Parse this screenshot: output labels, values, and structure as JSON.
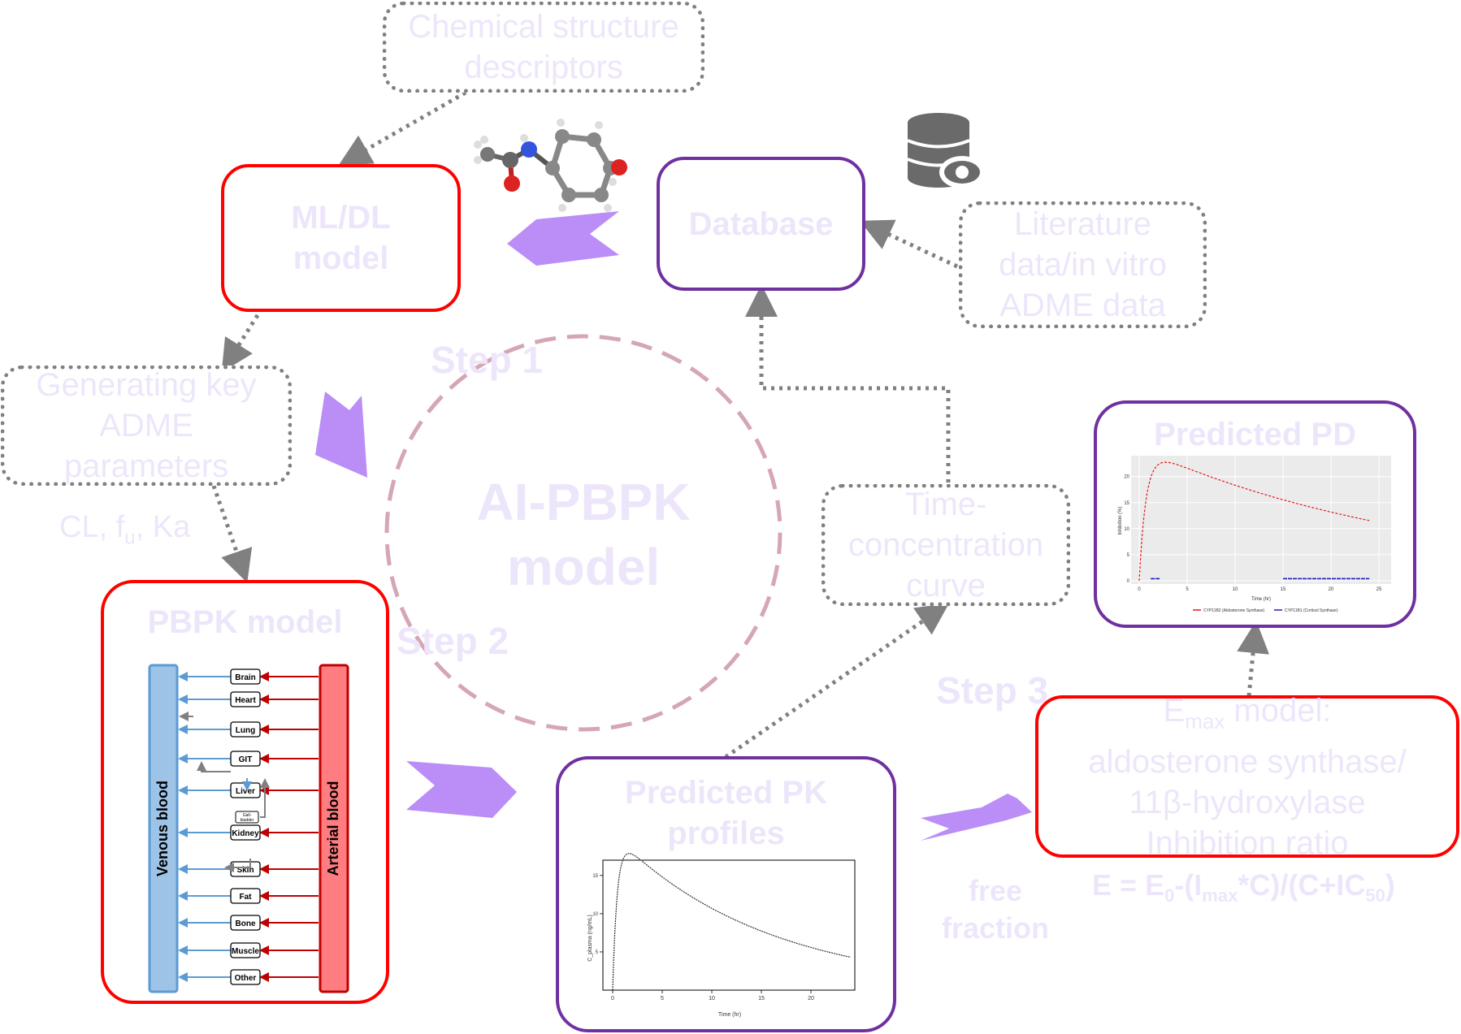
{
  "center": {
    "title_line1": "AI-PBPK",
    "title_line2": "model"
  },
  "steps": {
    "step1": "Step 1",
    "step2": "Step 2",
    "step3": "Step 3"
  },
  "boxes": {
    "chem": {
      "line1": "Chemical structure",
      "line2": "descriptors"
    },
    "ml": {
      "line1": "ML/DL",
      "line2": "model"
    },
    "database": {
      "label": "Database"
    },
    "literature": {
      "line1": "Literature",
      "line2": "data/in vitro",
      "line3": "ADME data"
    },
    "generating": {
      "line1": "Generating key",
      "line2": "ADME",
      "line3": "parameters"
    },
    "params": {
      "a": "CL, f",
      "sub": "u",
      "b": ", Ka"
    },
    "pbpk": {
      "title": "PBPK model"
    },
    "timeconc": {
      "line1": "Time-",
      "line2": "concentration",
      "line3": "curve"
    },
    "pd": {
      "title": "Predicted PD"
    },
    "pk": {
      "line1": "Predicted PK",
      "line2": "profiles"
    },
    "emax": {
      "line1_main": "E",
      "line1_sub": "max",
      "line1_rest": " model:",
      "line2": "aldosterone synthase/",
      "line3": "11β-hydroxylase",
      "line4": "Inhibition ratio"
    },
    "equation": {
      "p1": "E = E",
      "s1": "0",
      "p2": "-(I",
      "s2": "max",
      "p3": "*C)/(C+IC",
      "s3": "50",
      "p4": ")"
    },
    "free": {
      "line1": "free",
      "line2": "fraction"
    }
  },
  "pbpk_diagram": {
    "venous": "Venous blood",
    "arterial": "Arterial blood",
    "organs": [
      "Brain",
      "Heart",
      "Lung",
      "GIT",
      "Liver",
      "Gall-\nbladder",
      "Kidney",
      "Skin",
      "Fat",
      "Bone",
      "Muscle",
      "Other"
    ],
    "colors": {
      "venous": "#9dc3e6",
      "arterial": "#ff7c80",
      "red_arrow": "#c00000",
      "blue_arrow": "#5b9bd5",
      "grey_arrow": "#808080"
    }
  },
  "pk_plot": {
    "xlabel": "Time (hr)",
    "ylabel": "C_plasma (ng/mL)",
    "xticks": [
      "0",
      "5",
      "10",
      "15",
      "20"
    ],
    "yticks": [
      "5",
      "10",
      "15"
    ]
  },
  "pd_plot": {
    "xlabel": "Time (hr)",
    "ylabel": "Inhibition (%)",
    "xticks": [
      "0",
      "5",
      "10",
      "15",
      "20",
      "25"
    ],
    "yticks": [
      "0",
      "5",
      "10",
      "15",
      "20"
    ],
    "legend1": "CYP11B2 (Aldosterone Synthase)",
    "legend2": "CYP11B1 (Cortisol Synthase)",
    "colors": {
      "series1": "#e31a1c",
      "series2": "#1f1fbf"
    }
  },
  "icons": {
    "database": "database-eye-icon",
    "molecule": "molecule-icon"
  }
}
